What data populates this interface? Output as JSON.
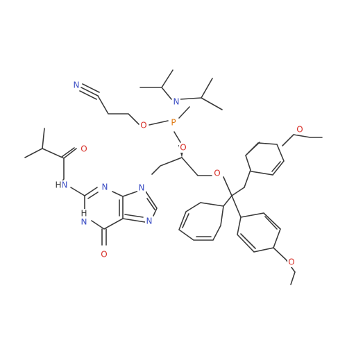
{
  "colors": {
    "background": "#ffffff",
    "bond": "#3a3a3a",
    "carbon_text": "#3a3a3a",
    "nitrogen": "#3b4dc4",
    "oxygen": "#d8312a",
    "phosphorus": "#e07b15",
    "hydrogen": "#3a3a3a"
  },
  "atoms": [
    {
      "name": "atom-label-N-cyano",
      "text": "N",
      "element": "nitrogen"
    },
    {
      "name": "atom-label-O-ester",
      "text": "O",
      "element": "oxygen"
    },
    {
      "name": "atom-label-P",
      "text": "P",
      "element": "phosphorus"
    },
    {
      "name": "atom-label-N-amine",
      "text": "N",
      "element": "nitrogen"
    },
    {
      "name": "atom-label-O-ring",
      "text": "O",
      "element": "oxygen"
    },
    {
      "name": "atom-label-O-amide",
      "text": "O",
      "element": "oxygen"
    },
    {
      "name": "atom-label-NH-amide",
      "text": "N",
      "element": "nitrogen"
    },
    {
      "name": "atom-label-H-amide",
      "text": "H",
      "element": "hydrogen"
    },
    {
      "name": "atom-label-N3",
      "text": "N",
      "element": "nitrogen"
    },
    {
      "name": "atom-label-N9",
      "text": "N",
      "element": "nitrogen"
    },
    {
      "name": "atom-label-N7",
      "text": "N",
      "element": "nitrogen"
    },
    {
      "name": "atom-label-N1",
      "text": "N",
      "element": "nitrogen"
    },
    {
      "name": "atom-label-H1",
      "text": "H",
      "element": "hydrogen"
    },
    {
      "name": "atom-label-O6",
      "text": "O",
      "element": "oxygen"
    },
    {
      "name": "atom-label-O-ether",
      "text": "O",
      "element": "oxygen"
    },
    {
      "name": "atom-label-O-methoxy-top",
      "text": "O",
      "element": "oxygen"
    },
    {
      "name": "atom-label-O-methoxy-bottom",
      "text": "O",
      "element": "oxygen"
    }
  ]
}
